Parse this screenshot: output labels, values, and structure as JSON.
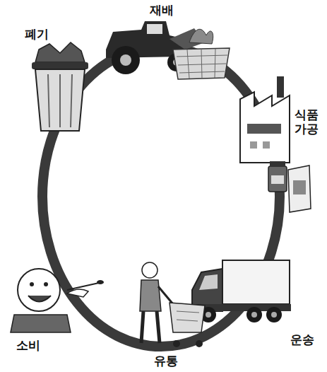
{
  "diagram": {
    "labels": [
      "재배",
      "식품 가공",
      "운송",
      "유통",
      "소비",
      "폐기"
    ]
  }
}
